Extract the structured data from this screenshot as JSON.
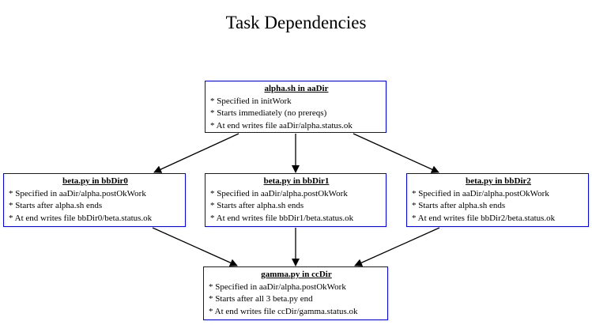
{
  "title": "Task Dependencies",
  "colors": {
    "node_border": "#0000ff",
    "edge": "#000000"
  },
  "nodes": {
    "alpha": {
      "title": "alpha.sh in aaDir",
      "lines": [
        "* Specified in initWork",
        "* Starts immediately (no prereqs)",
        "* At end writes file aaDir/alpha.status.ok"
      ]
    },
    "beta0": {
      "title": "beta.py in bbDir0",
      "lines": [
        "* Specified in aaDir/alpha.postOkWork",
        "* Starts after alpha.sh ends",
        "* At end writes file bbDir0/beta.status.ok"
      ]
    },
    "beta1": {
      "title": "beta.py in bbDir1",
      "lines": [
        "* Specified in aaDir/alpha.postOkWork",
        "* Starts after alpha.sh ends",
        "* At end writes file bbDir1/beta.status.ok"
      ]
    },
    "beta2": {
      "title": "beta.py in bbDir2",
      "lines": [
        "* Specified in aaDir/alpha.postOkWork",
        "* Starts after alpha.sh ends",
        "* At end writes file bbDir2/beta.status.ok"
      ]
    },
    "gamma": {
      "title": "gamma.py in ccDir",
      "lines": [
        "* Specified in aaDir/alpha.postOkWork",
        "* Starts after all 3 beta.py end",
        "* At end writes file ccDir/gamma.status.ok"
      ]
    }
  },
  "edges": [
    {
      "from": "alpha",
      "to": "beta0"
    },
    {
      "from": "alpha",
      "to": "beta1"
    },
    {
      "from": "alpha",
      "to": "beta2"
    },
    {
      "from": "beta0",
      "to": "gamma"
    },
    {
      "from": "beta1",
      "to": "gamma"
    },
    {
      "from": "beta2",
      "to": "gamma"
    }
  ]
}
